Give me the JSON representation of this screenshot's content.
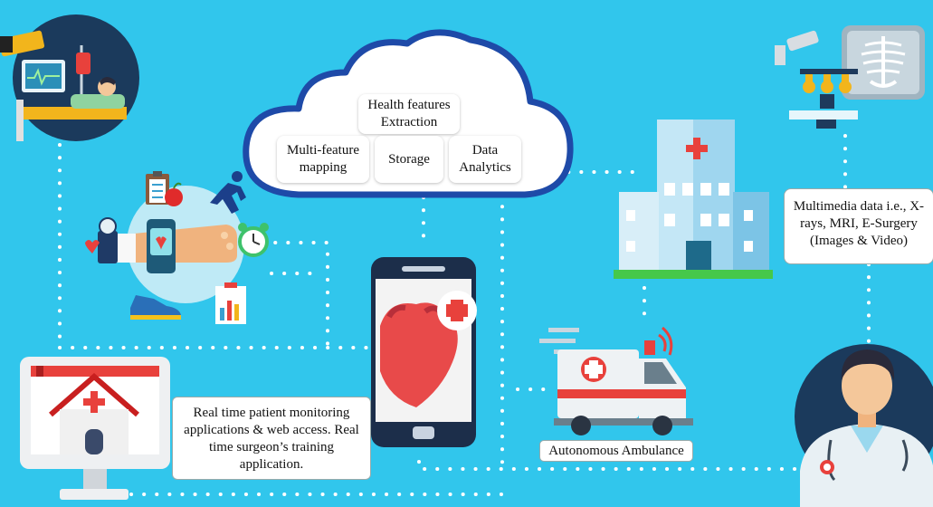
{
  "cloud": {
    "top_label": "Health features Extraction",
    "boxes": [
      "Multi-feature mapping",
      "Storage",
      "Data Analytics"
    ]
  },
  "labels": {
    "multimedia": "Multimedia data i.e., X-rays, MRI, E-Surgery (Images & Video)",
    "monitoring": "Real time patient monitoring applications & web access. Real time surgeon’s training application.",
    "ambulance": "Autonomous Ambulance"
  },
  "icons": [
    "patient-bed-icon",
    "wearable-watch-icon",
    "runner-icon",
    "clipboard-icon",
    "apple-icon",
    "alarm-clock-icon",
    "blood-pressure-icon",
    "sneaker-icon",
    "report-chart-icon",
    "smartphone-icon",
    "heart-icon",
    "hospital-icon",
    "xray-icon",
    "camera-icon",
    "surgical-light-icon",
    "ambulance-icon",
    "doctor-icon",
    "web-home-monitor-icon"
  ],
  "colors": {
    "background": "#31c6ec",
    "cloud": "#ffffff",
    "accent_red": "#e8413c",
    "dot": "#ffffff"
  }
}
